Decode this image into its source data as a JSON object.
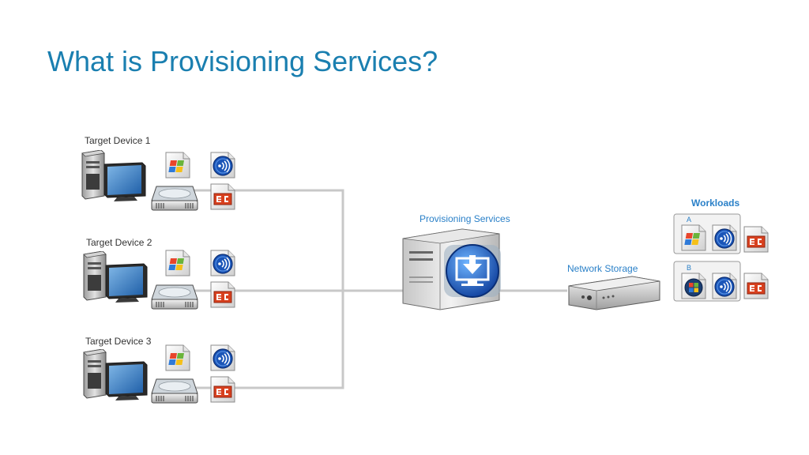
{
  "title": "What is Provisioning Services?",
  "devices": [
    {
      "label": "Target Device 1"
    },
    {
      "label": "Target Device 2"
    },
    {
      "label": "Target Device 3"
    }
  ],
  "server": {
    "label": "Provisioning Services"
  },
  "storage": {
    "label": "Network Storage"
  },
  "workloads": {
    "title": "Workloads",
    "groups": [
      {
        "tag": "A"
      },
      {
        "tag": "B"
      }
    ]
  },
  "icons": [
    "computer-icon",
    "hard-drive-icon",
    "windows-icon",
    "audio-icon",
    "application-icon",
    "download-icon",
    "server-icon",
    "nas-icon"
  ],
  "colors": {
    "title": "#1a7fb0",
    "blue_label": "#2a80c8",
    "connector": "#c8c8c8",
    "app_red": "#d8401e",
    "audio_blue": "#1a55b8"
  }
}
